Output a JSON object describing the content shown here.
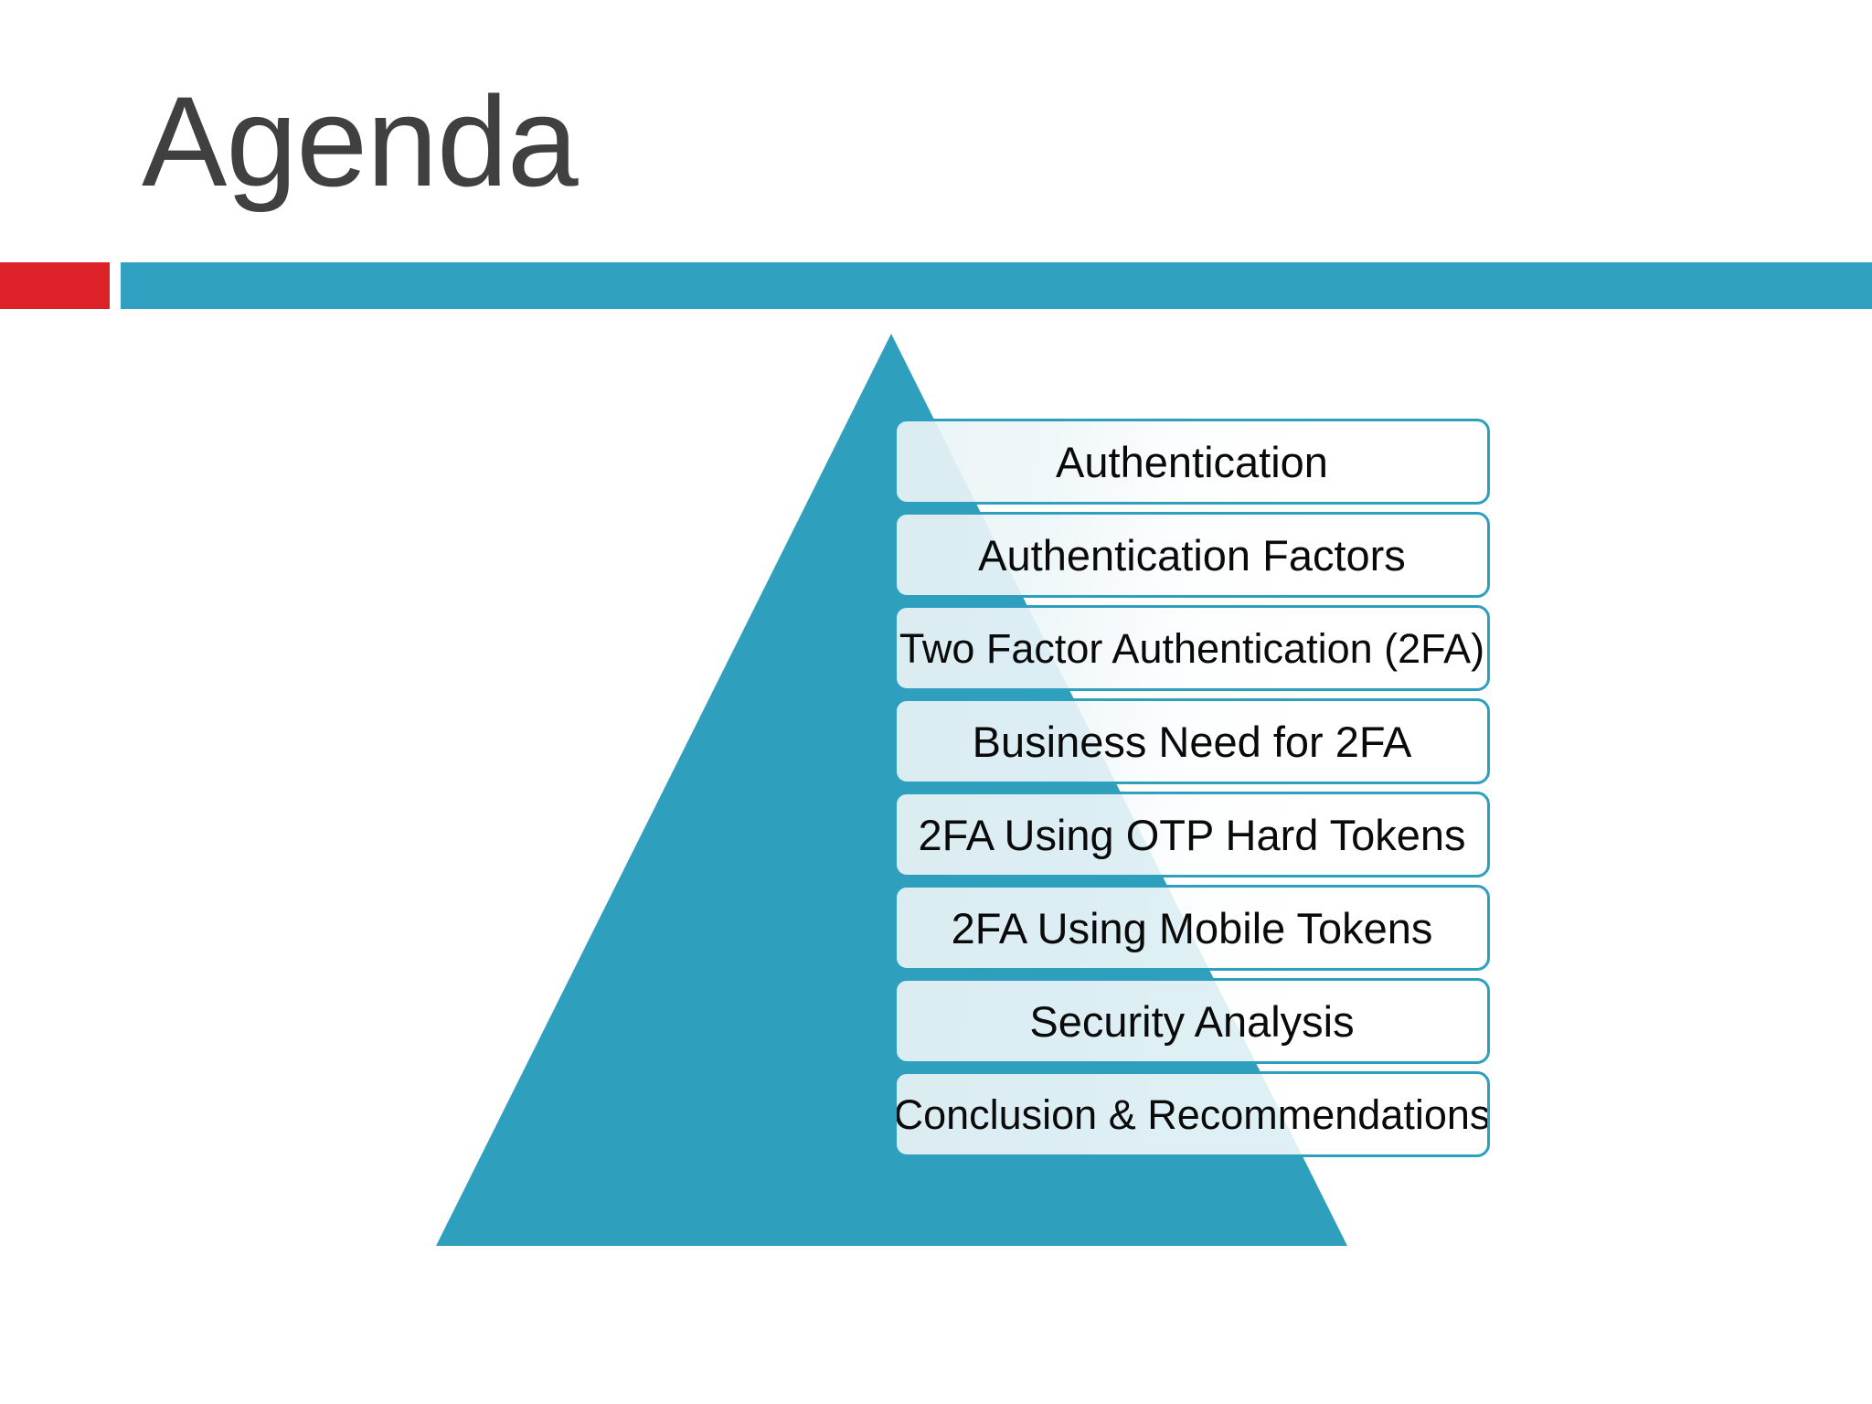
{
  "slide": {
    "title": "Agenda",
    "background_color": "#FFFFFF"
  },
  "divider": {
    "accent_color": "#DC2128",
    "bar_color": "#2FA0BF"
  },
  "pyramid": {
    "fill_color": "#2F9FBE",
    "apex": [
      975,
      365
    ],
    "base_left": [
      477,
      1363
    ],
    "base_right": [
      1474,
      1363
    ]
  },
  "agenda": {
    "box_border_color": "#2F9FBE",
    "item_count": 8,
    "items": [
      {
        "index": 1,
        "label": "Authentication"
      },
      {
        "index": 2,
        "label": "Authentication Factors"
      },
      {
        "index": 3,
        "label": "Two Factor Authentication (2FA)"
      },
      {
        "index": 4,
        "label": "Business Need for 2FA"
      },
      {
        "index": 5,
        "label": "2FA Using OTP Hard Tokens"
      },
      {
        "index": 6,
        "label": "2FA Using Mobile Tokens"
      },
      {
        "index": 7,
        "label": "Security Analysis"
      },
      {
        "index": 8,
        "label": "Conclusion & Recommendations"
      }
    ]
  }
}
